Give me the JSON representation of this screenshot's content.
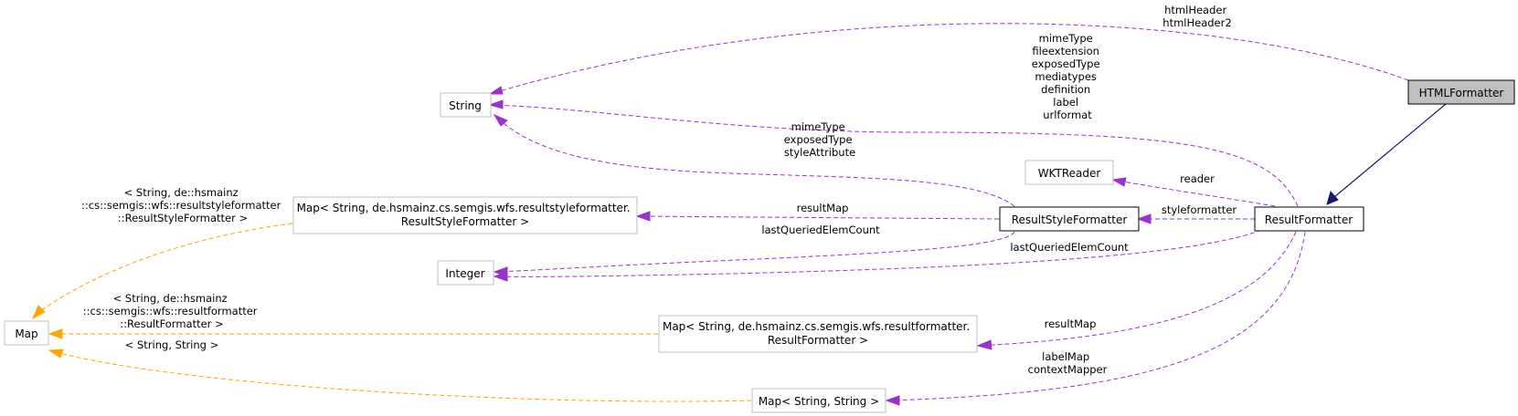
{
  "nodes": {
    "html_formatter": "HTMLFormatter",
    "string": "String",
    "wkt_reader": "WKTReader",
    "map_rsf": [
      "Map< String, de.hsmainz.cs.semgis.wfs.resultstyleformatter.",
      "ResultStyleFormatter >"
    ],
    "result_style_formatter": "ResultStyleFormatter",
    "result_formatter": "ResultFormatter",
    "integer": "Integer",
    "map": "Map",
    "map_rf": [
      "Map< String, de.hsmainz.cs.semgis.wfs.resultformatter.",
      "ResultFormatter >"
    ],
    "map_ss": "Map< String, String >"
  },
  "edge_labels": {
    "html_to_string": [
      "htmlHeader",
      "htmlHeader2"
    ],
    "rf_to_string": [
      "mimeType",
      "fileextension",
      "exposedType",
      "mediatypes",
      "definition",
      "label",
      "urlformat"
    ],
    "rsf_to_string": [
      "mimeType",
      "exposedType",
      "styleAttribute"
    ],
    "rf_to_wkt": "reader",
    "rsf_to_maprsf": "resultMap",
    "rf_to_rsf": "styleformatter",
    "rsf_to_integer": "lastQueriedElemCount",
    "rf_to_integer": "lastQueriedElemCount",
    "rf_to_maprf": "resultMap",
    "rf_to_mapss": [
      "labelMap",
      "contextMapper"
    ],
    "maprsf_to_map": [
      "< String, de::hsmainz",
      "::cs::semgis::wfs::resultstyleformatter",
      "::ResultStyleFormatter >"
    ],
    "maprf_to_map": [
      "< String, de::hsmainz",
      "::cs::semgis::wfs::resultformatter",
      "::ResultFormatter >"
    ],
    "mapss_to_map": "< String, String >"
  },
  "colors": {
    "member_edge": "#9a32cd",
    "template_edge": "#ffa500",
    "inheritance_edge": "#191970",
    "focus_fill": "#bfbfbf"
  }
}
